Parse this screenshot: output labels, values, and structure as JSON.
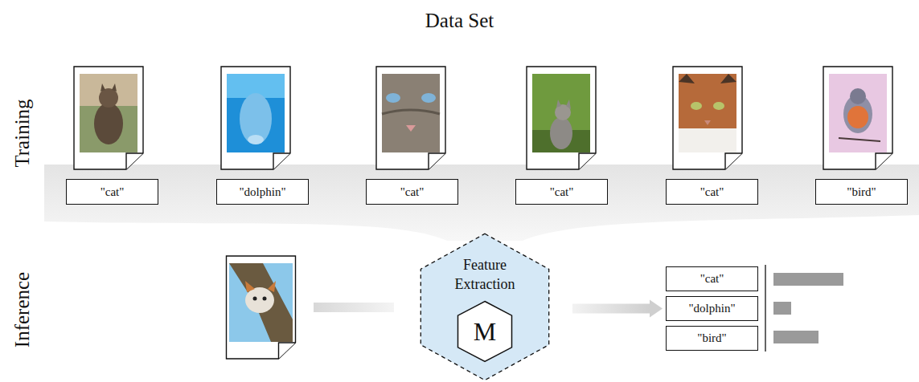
{
  "diagram": {
    "title": "Data Set",
    "nodes": [
      {
        "text": [
          "\"cat\""
        ]
      },
      {
        "text": [
          "\"dolphin\""
        ]
      },
      {
        "text": [
          "\"cat\""
        ]
      },
      {
        "text": [
          "\"cat\""
        ]
      },
      {
        "text": [
          "\"cat\""
        ]
      },
      {
        "text": [
          "\"bird\""
        ]
      },
      {
        "text": [
          "Feature Extraction"
        ]
      },
      {
        "text": [
          "M"
        ],
        "in": 6
      },
      {
        "text": [
          "\"cat\""
        ]
      },
      {
        "text": [
          "\"dolphin\""
        ]
      },
      {
        "text": [
          "\"bird\""
        ]
      }
    ],
    "edges": [
      {
        "from": 6,
        "to": 9,
        "arrow": "to"
      }
    ],
    "labels": [
      "Training",
      "Inference"
    ]
  }
}
